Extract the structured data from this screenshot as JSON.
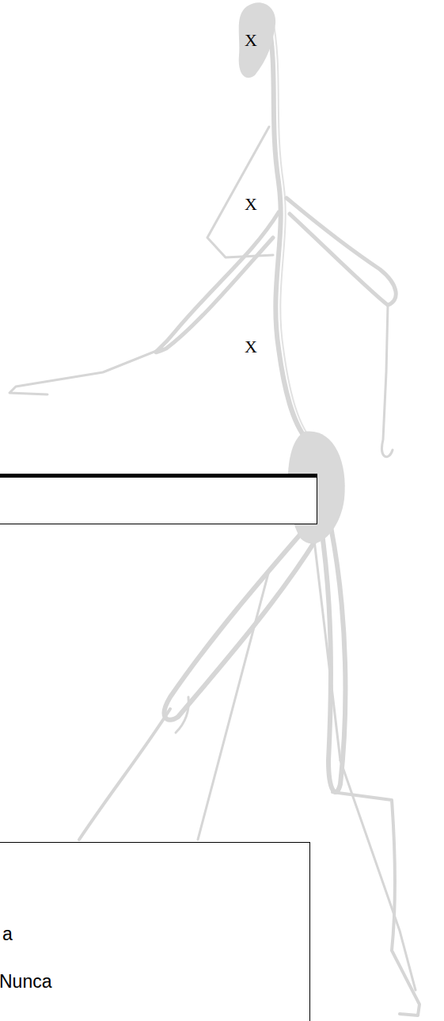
{
  "diagram": {
    "nodes": [
      {
        "text": [
          "a",
          "Nunca"
        ]
      }
    ],
    "labels": [
      "X",
      "X",
      "X"
    ]
  }
}
